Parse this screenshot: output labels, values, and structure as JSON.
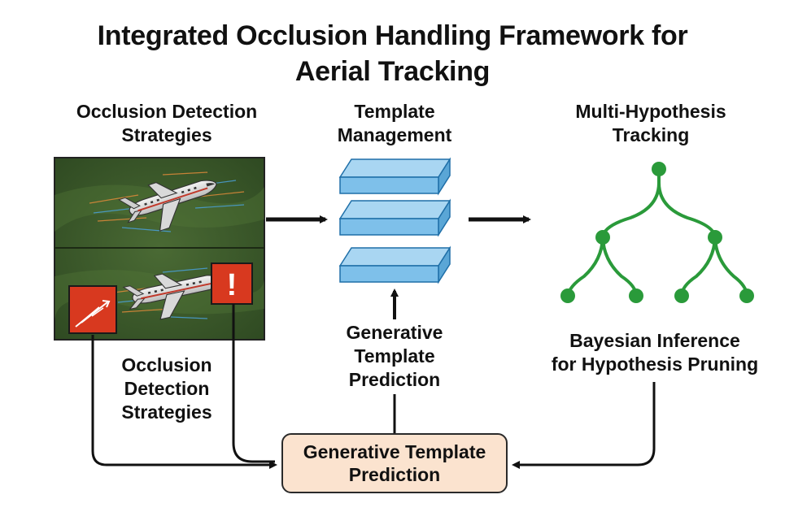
{
  "title": {
    "line1": "Integrated Occlusion Handling Framework for",
    "line2": "Aerial Tracking"
  },
  "columns": {
    "detection": {
      "line1": "Occlusion Detection",
      "line2": "Strategies"
    },
    "template": {
      "line1": "Template",
      "line2": "Management"
    },
    "hypothesis": {
      "line1": "Multi-Hypothesis",
      "line2": "Tracking"
    }
  },
  "detection_label": {
    "line1": "Occlusion",
    "line2": "Detection",
    "line3": "Strategies"
  },
  "generative_label": {
    "line1": "Generative",
    "line2": "Template",
    "line3": "Prediction"
  },
  "bayesian_label": {
    "line1": "Bayesian Inference",
    "line2": "for Hypothesis Pruning"
  },
  "center_box": {
    "line1": "Generative Template",
    "line2": "Prediction"
  },
  "alert_symbol": "!",
  "icons": [
    "airplane-icon",
    "warning-icon",
    "alert-icon",
    "tree-icon",
    "arrow-icon"
  ],
  "colors": {
    "terrain": "#3b5a2a",
    "alert_red": "#d8391f",
    "template_blue": "#7ec0ea",
    "tree_green": "#2a9a3a",
    "box_fill": "#fbe3cf"
  }
}
